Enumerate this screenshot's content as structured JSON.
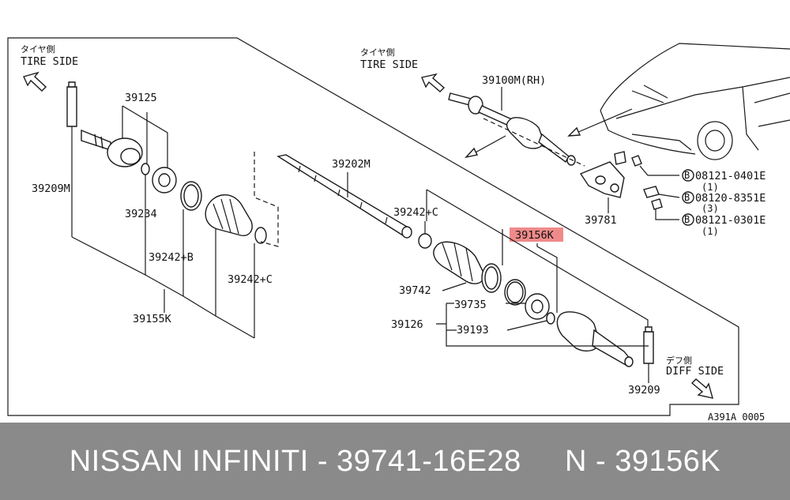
{
  "labels": {
    "tire_side_jp_left": "タイヤ側",
    "tire_side_en_left": "TIRE SIDE",
    "tire_side_jp_right": "タイヤ側",
    "tire_side_en_right": "TIRE SIDE",
    "diff_side_jp": "デフ側",
    "diff_side_en": "DIFF SIDE",
    "p39125": "39125",
    "p39209m": "39209M",
    "p39234": "39234",
    "p39242b": "39242+B",
    "p39242c_left": "39242+C",
    "p39155k": "39155K",
    "p39202m": "39202M",
    "p39242c_right": "39242+C",
    "p39156k": "39156K",
    "p39742": "39742",
    "p39735": "39735",
    "p39126": "39126",
    "p39193": "39193",
    "p39209": "39209",
    "p39100m": "39100M(RH)",
    "p39781": "39781",
    "bolt1": "08121-0401E",
    "bolt1_qty": "(1)",
    "bolt2": "08120-8351E",
    "bolt2_qty": "(3)",
    "bolt3": "08121-0301E",
    "bolt3_qty": "(1)",
    "bolt_prefix": "B",
    "diagram_code": "A391A 0005"
  },
  "highlight": {
    "part": "39156K",
    "color": "#f08a8a"
  },
  "footer": {
    "text": "NISSAN INFINITI - 39741-16E28     N - 39156K",
    "background": "#8a8a8a",
    "color": "#ffffff"
  }
}
